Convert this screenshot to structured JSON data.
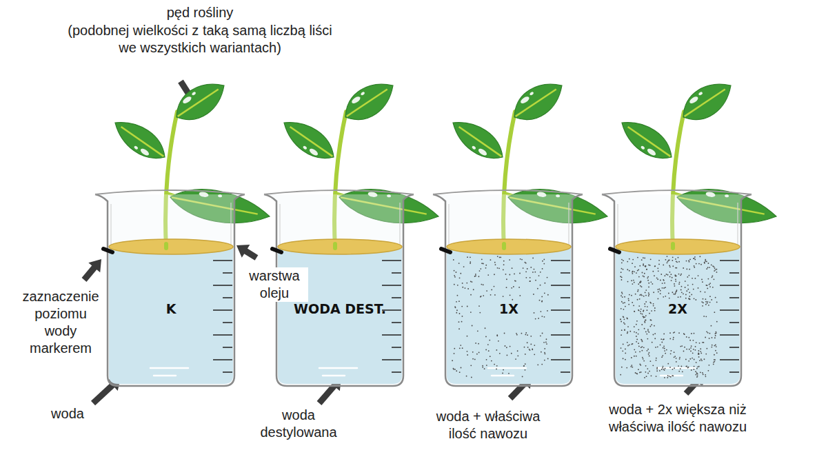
{
  "diagram": {
    "nodes": [
      {
        "text": [
          "K"
        ]
      },
      {
        "text": [
          "WODA DEST."
        ]
      },
      {
        "text": [
          "1X"
        ]
      },
      {
        "text": [
          "2X"
        ]
      }
    ],
    "labels": [
      "pęd rośliny",
      "(podobnej wielkości z taką samą liczbą liści we wszystkich wariantach)",
      "zaznaczenie poziomu wody markerem",
      "warstwa oleju",
      "woda",
      "woda destylowana",
      "woda + właściwa ilość nawozu",
      "woda + 2x większa niż właściwa ilość nawozu"
    ]
  }
}
